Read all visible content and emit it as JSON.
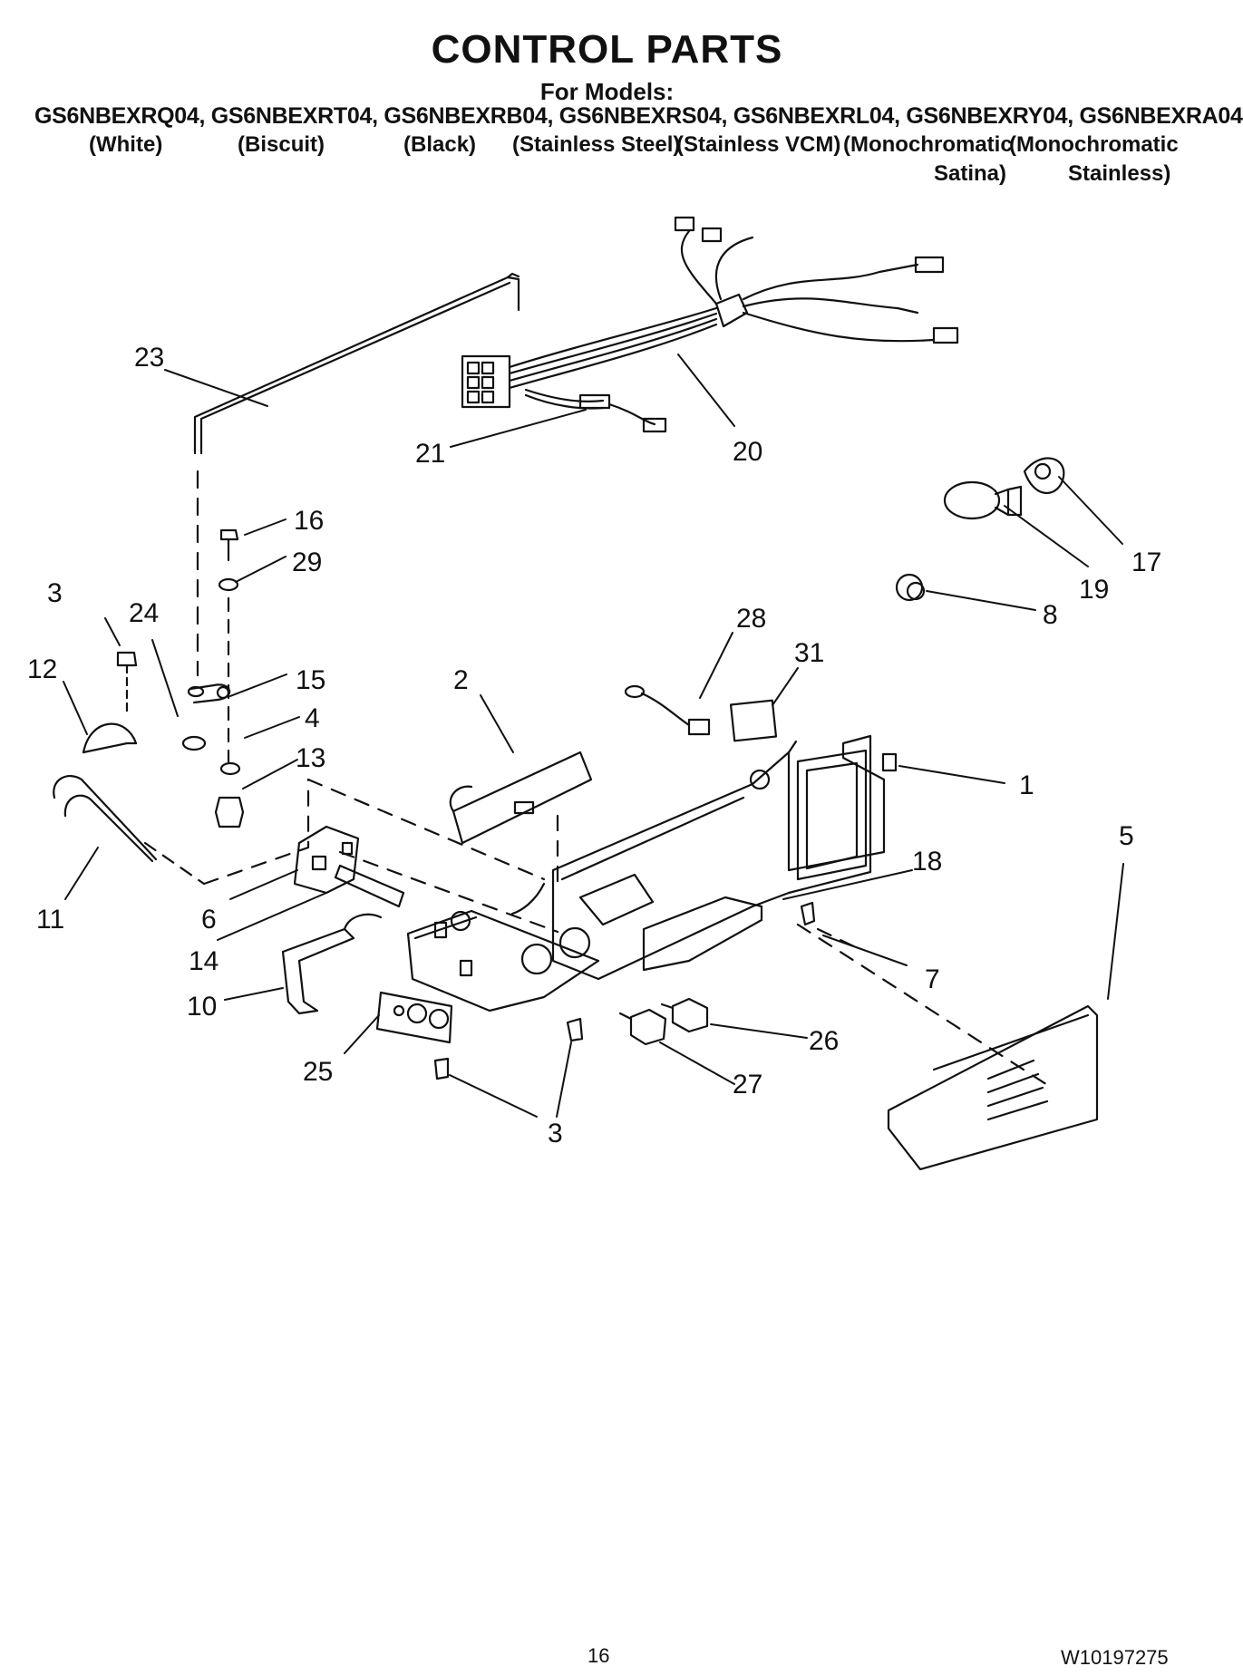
{
  "header": {
    "title": "CONTROL PARTS",
    "for_models": "For Models:",
    "models": "GS6NBEXRQ04, GS6NBEXRT04, GS6NBEXRB04, GS6NBEXRS04, GS6NBEXRL04, GS6NBEXRY04, GS6NBEXRA04",
    "variants": [
      "(White)",
      "(Biscuit)",
      "(Black)",
      "(Stainless Steel)",
      "(Stainless VCM)",
      "(Monochromatic",
      "(Monochromatic"
    ],
    "variants_line2": [
      "Satina)",
      "Stainless)"
    ]
  },
  "callouts": [
    "1",
    "2",
    "3",
    "3",
    "4",
    "5",
    "6",
    "7",
    "8",
    "10",
    "11",
    "12",
    "13",
    "14",
    "15",
    "16",
    "17",
    "18",
    "19",
    "20",
    "21",
    "23",
    "24",
    "25",
    "26",
    "27",
    "28",
    "29",
    "31"
  ],
  "footer": {
    "page_number": "16",
    "doc_number": "W10197275"
  },
  "colors": {
    "ink": "#111111",
    "paper": "#ffffff",
    "shade": "#9a9a9a"
  }
}
